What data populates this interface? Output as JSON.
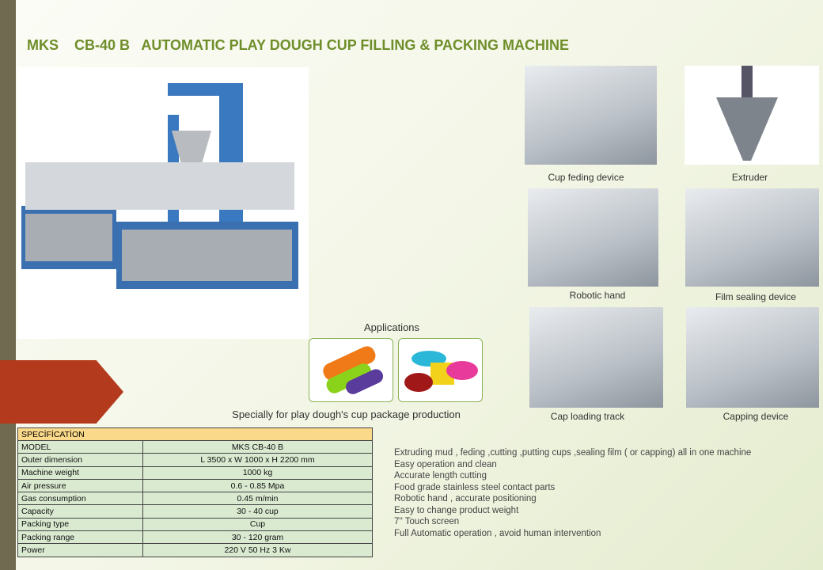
{
  "title": "MKS    CB-40 B   AUTOMATIC PLAY DOUGH CUP FILLING & PACKING MACHINE",
  "captions": [
    "Cup  feding device",
    "Extruder",
    "Robotic hand",
    "Film sealing device",
    "Cap loading track",
    "Capping device"
  ],
  "applications_label": "Applications",
  "tagline": "Specially  for play dough's cup package production",
  "spec": {
    "header": "SPECİFİCATİON",
    "rows": [
      [
        "MODEL",
        "MKS CB-40 B"
      ],
      [
        "Outer dimension",
        "L 3500 x W 1000 x H 2200 mm"
      ],
      [
        "Machine weight",
        "1000 kg"
      ],
      [
        "Air pressure",
        "0.6 - 0.85 Mpa"
      ],
      [
        "Gas consumption",
        "0.45 m/min"
      ],
      [
        "Capacity",
        "30 - 40 cup"
      ],
      [
        "Packing type",
        "Cup"
      ],
      [
        "Packing range",
        "30 - 120 gram"
      ],
      [
        "Power",
        "220 V 50 Hz  3 Kw"
      ]
    ]
  },
  "features": [
    "Extruding mud  , feding ,cutting ,putting cups ,sealing film ( or capping)  all in one machine",
    "Easy operation and  clean",
    "Accurate length cutting",
    "Food grade stainless steel contact parts",
    "Robotic hand  , accurate positioning",
    "Easy to change  product weight",
    "7'' Touch  screen",
    "Full Automatic operation , avoid human  intervention"
  ]
}
